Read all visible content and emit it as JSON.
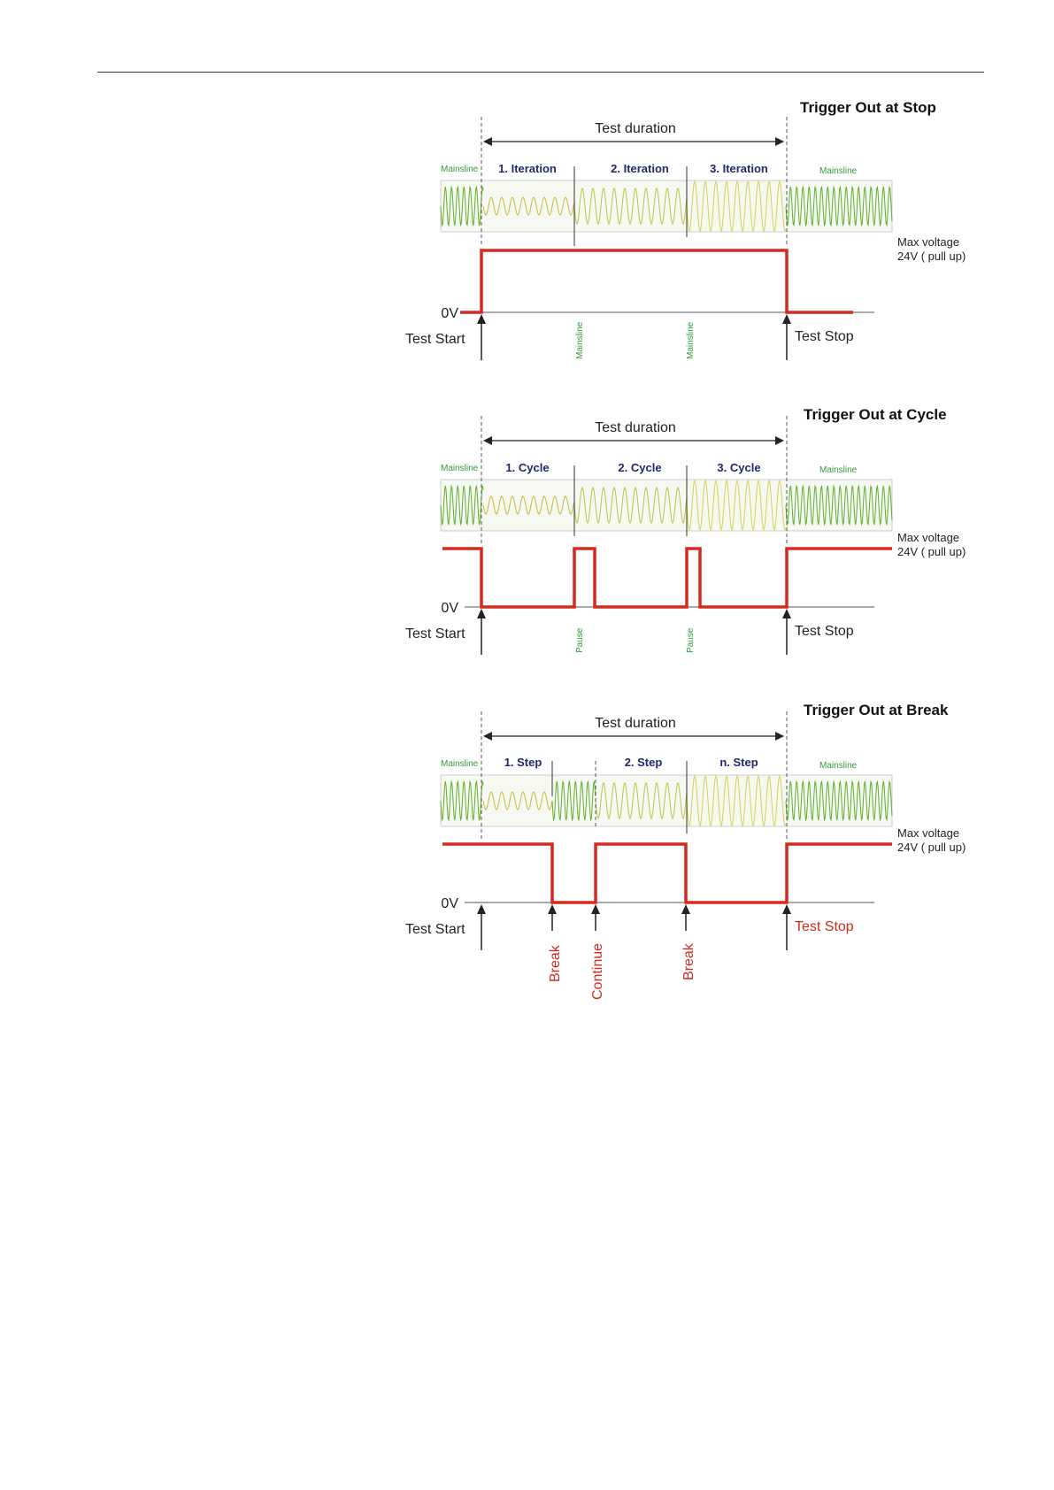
{
  "colors": {
    "signal": "#d42a20",
    "waveform": "#5fae2f",
    "waveform_highlight": "#d8cf54",
    "label_blue": "#1f2a6c",
    "label_green": "#2e9a3b",
    "label_red": "#d42a20",
    "axis": "#222222"
  },
  "diagrams": [
    {
      "title": "Trigger Out at Stop",
      "duration_label": "Test duration",
      "mainsline_left": "Mainsline",
      "mainsline_right": "Mainsline",
      "segments": [
        "1. Iteration",
        "2. Iteration",
        "3. Iteration"
      ],
      "max_voltage": "Max voltage",
      "pull_up": "24V ( pull up)",
      "zero_label": "0V",
      "start_label": "Test Start",
      "stop_label": "Test  Stop",
      "markers": [
        "Mainsline",
        "Mainsline"
      ]
    },
    {
      "title": "Trigger Out at Cycle",
      "duration_label": "Test duration",
      "mainsline_left": "Mainsline",
      "mainsline_right": "Mainsline",
      "segments": [
        "1. Cycle",
        "2. Cycle",
        "3. Cycle"
      ],
      "max_voltage": "Max voltage",
      "pull_up": "24V ( pull up)",
      "zero_label": "0V",
      "start_label": "Test Start",
      "stop_label": "Test  Stop",
      "markers": [
        "Pause",
        "Pause"
      ]
    },
    {
      "title": "Trigger Out at Break",
      "duration_label": "Test duration",
      "mainsline_left": "Mainsline",
      "mainsline_right": "Mainsline",
      "segments": [
        "1. Step",
        "2. Step",
        "n. Step"
      ],
      "max_voltage": "Max voltage",
      "pull_up": "24V ( pull up)",
      "zero_label": "0V",
      "start_label": "Test Start",
      "stop_label": "Test  Stop",
      "markers": [
        "Break",
        "Continue",
        "Break"
      ]
    }
  ]
}
